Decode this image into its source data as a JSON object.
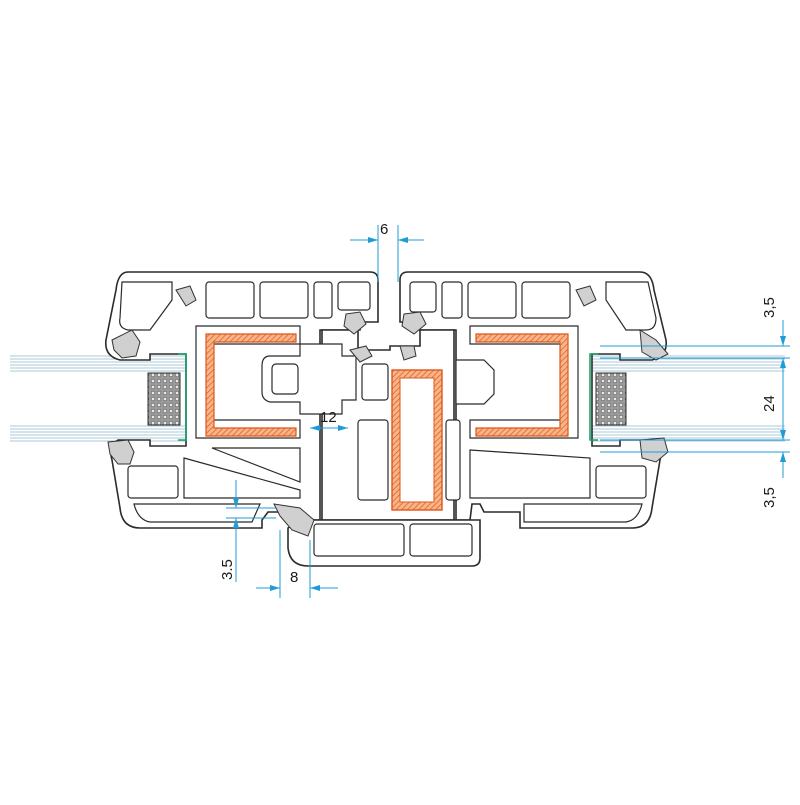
{
  "diagram": {
    "colors": {
      "profile_stroke": "#2b2b2b",
      "dimension_lines": "#1f9bd7",
      "steel_reinforcement": "#f2691f",
      "glazing_bead": "#1aa36b",
      "glass": "#8fb8c9"
    },
    "dimensions": {
      "gap_top": "6",
      "mullion_offset": "12",
      "glass_thickness": "24",
      "right_top_margin": "3,5",
      "right_bottom_margin": "3,5",
      "left_bottom_height": "3.5",
      "left_bottom_width": "8"
    }
  }
}
